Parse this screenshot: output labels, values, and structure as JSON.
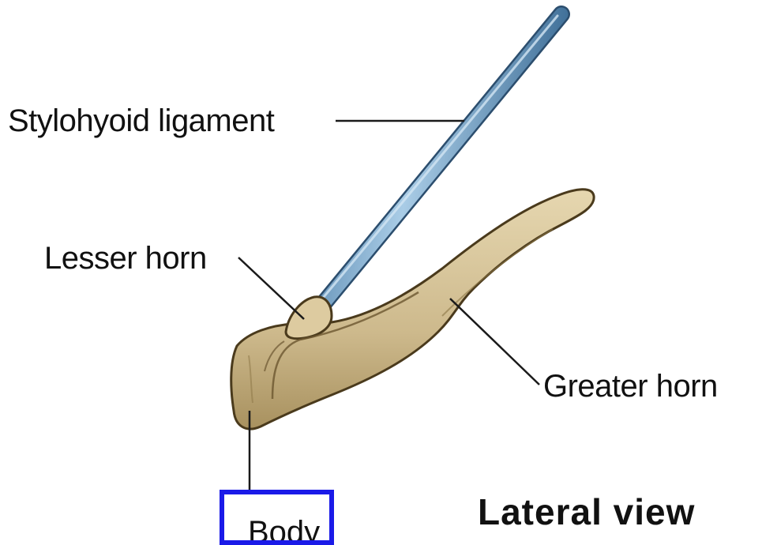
{
  "diagram": {
    "labels": {
      "stylohyoid_ligament": "Stylohyoid ligament",
      "lesser_horn": "Lesser horn",
      "greater_horn": "Greater horn",
      "body": "Body",
      "view": "Lateral view"
    },
    "colors": {
      "bone_fill": "#d2bf93",
      "bone_outline": "#4a3a1c",
      "ligament": "#7fa9cc",
      "leader_line": "#1a1a1a",
      "highlight_box": "#1a1ae8"
    }
  }
}
